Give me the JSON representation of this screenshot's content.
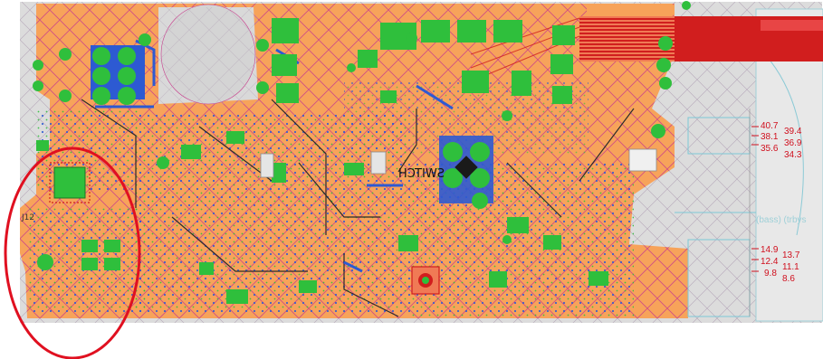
{
  "colors": {
    "copper_fill": "#f7a35a",
    "hatch_magenta": "#c83c8c",
    "pad_green": "#2fbf3c",
    "via_blue": "#2d5ad2",
    "trace_red": "#d11e1e",
    "trace_dark": "#2b2b2b",
    "outline_gray": "#c9c9c9",
    "dimension_red": "#d0101e",
    "highlight_circle": "#e01020"
  },
  "silkscreen": {
    "switch_label": "SWITCH",
    "connector_label": "J12"
  },
  "faint_text": {
    "right_label": "(bass) (trbys"
  },
  "dimensions_upper": {
    "left": [
      "40.7",
      "38.1",
      "35.6"
    ],
    "right": [
      "39.4",
      "36.9",
      "34.3"
    ]
  },
  "dimensions_lower": {
    "left": [
      "14.9",
      "12.4",
      "9.8"
    ],
    "right": [
      "13.7",
      "11.1",
      "8.6"
    ]
  },
  "annotation": {
    "shape": "red-ellipse-highlight"
  }
}
